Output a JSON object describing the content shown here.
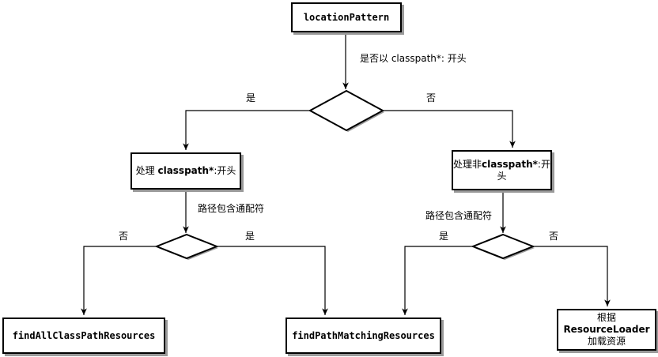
{
  "nodes": {
    "start": "locationPattern",
    "classpath_star_prefix": "处理",
    "classpath_star_keyword": "classpath*",
    "classpath_star_suffix": ":开头",
    "non_classpath_prefix": "处理非",
    "non_classpath_keyword": "classpath*",
    "non_classpath_suffix": ":开",
    "non_classpath_wrap": "头",
    "find_all": "findAllClassPathResources",
    "find_path_left": "findPathMatchingResources",
    "resource_loader_prefix": "根据",
    "resource_loader_keyword": "ResourceLoader",
    "resource_loader_line2": "加载资源"
  },
  "edge_labels": {
    "start_condition": "是否以 classpath*: 开头",
    "top_yes": "是",
    "top_no": "否",
    "left_condition": "路径包含通配符",
    "left_no": "否",
    "left_yes": "是",
    "right_condition": "路径包含通配符",
    "right_yes": "是",
    "right_no": "否"
  },
  "colors": {
    "stroke": "#000000",
    "shadow": "#9a9a9a",
    "background": "#ffffff"
  }
}
